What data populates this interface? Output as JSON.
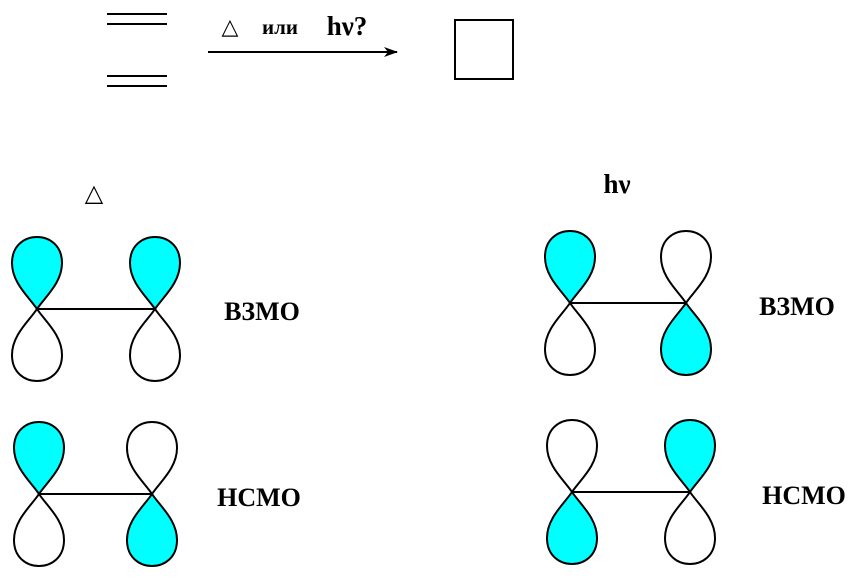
{
  "reaction": {
    "condition_or": "или",
    "condition_light": "hν?"
  },
  "thermal_section": {
    "heat_symbol": "△",
    "homo_label": "ВЗМО",
    "lumo_label": "НСМО"
  },
  "photo_section": {
    "light_symbol": "hν",
    "homo_label": "ВЗМО",
    "lumo_label": "НСМО"
  },
  "colors": {
    "lobe_fill": "#00ffff",
    "line": "#000000",
    "background": "#ffffff"
  },
  "orbitals": {
    "thermal_homo": {
      "left_top_filled": true,
      "right_top_filled": true
    },
    "thermal_lumo": {
      "left_top_filled": true,
      "right_top_filled": false
    },
    "photo_homo": {
      "left_top_filled": true,
      "right_top_filled": false
    },
    "photo_lumo": {
      "left_top_filled": false,
      "right_top_filled": true
    }
  }
}
